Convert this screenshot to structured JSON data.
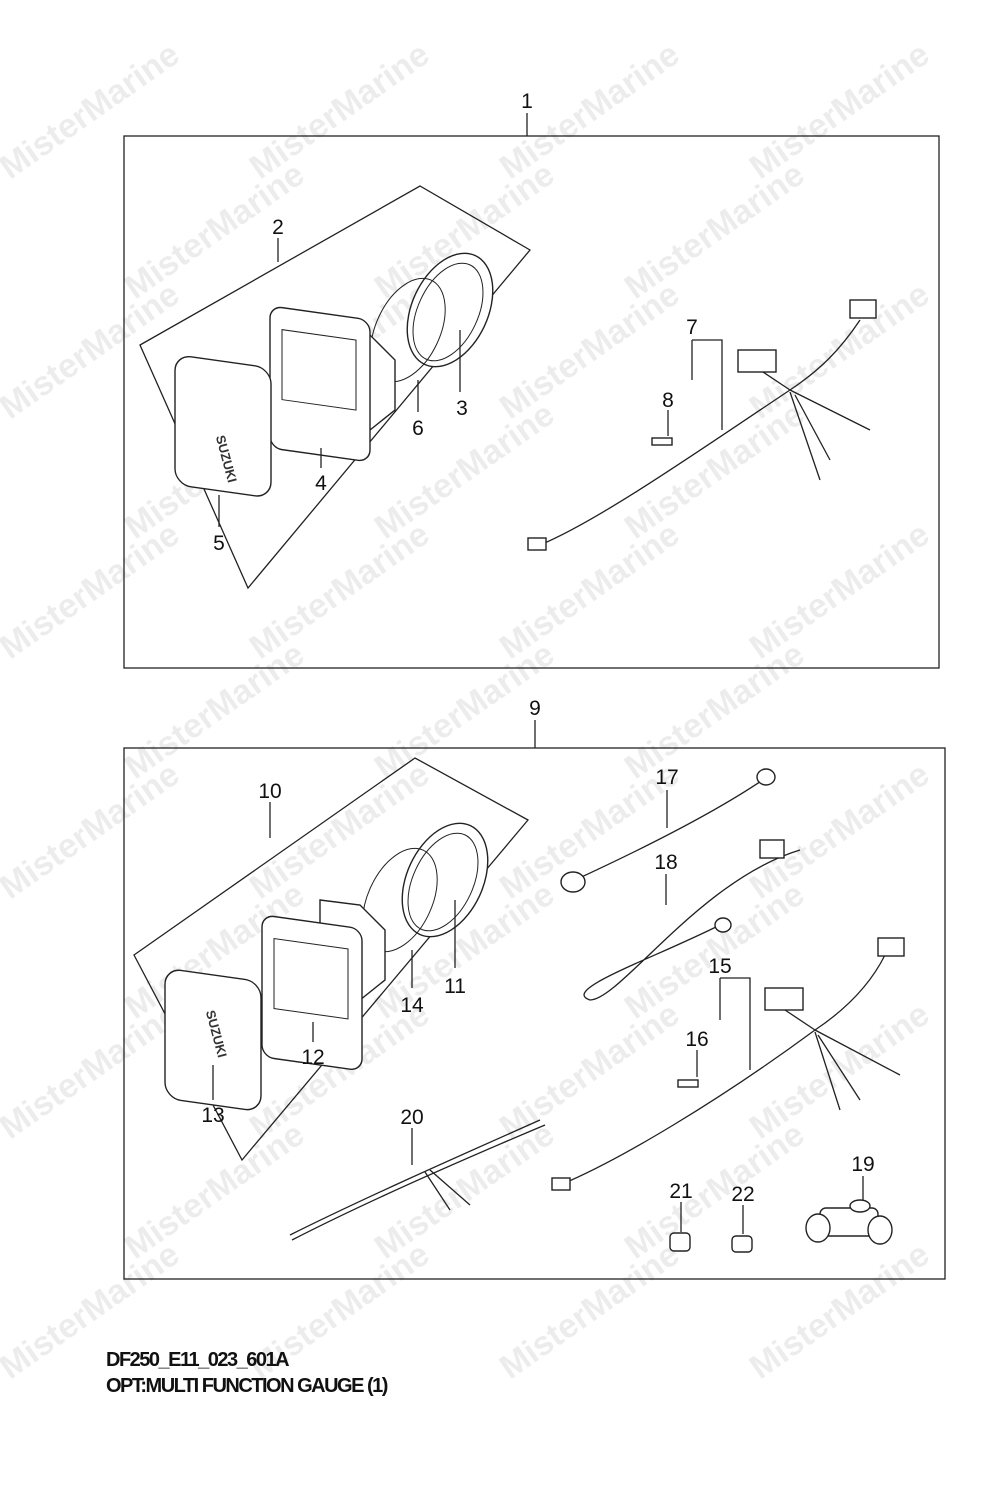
{
  "watermark": "MisterMarine",
  "diagram": {
    "code": "DF250_E11_023_601A",
    "title": "OPT:MULTI FUNCTION GAUGE (1)"
  },
  "parts": {
    "p1": "1",
    "p2": "2",
    "p3": "3",
    "p4": "4",
    "p5": "5",
    "p6": "6",
    "p7": "7",
    "p8": "8",
    "p9": "9",
    "p10": "10",
    "p11": "11",
    "p12": "12",
    "p13": "13",
    "p14": "14",
    "p15": "15",
    "p16": "16",
    "p17": "17",
    "p18": "18",
    "p19": "19",
    "p20": "20",
    "p21": "21",
    "p22": "22"
  },
  "logo_text": "SUZUKI"
}
